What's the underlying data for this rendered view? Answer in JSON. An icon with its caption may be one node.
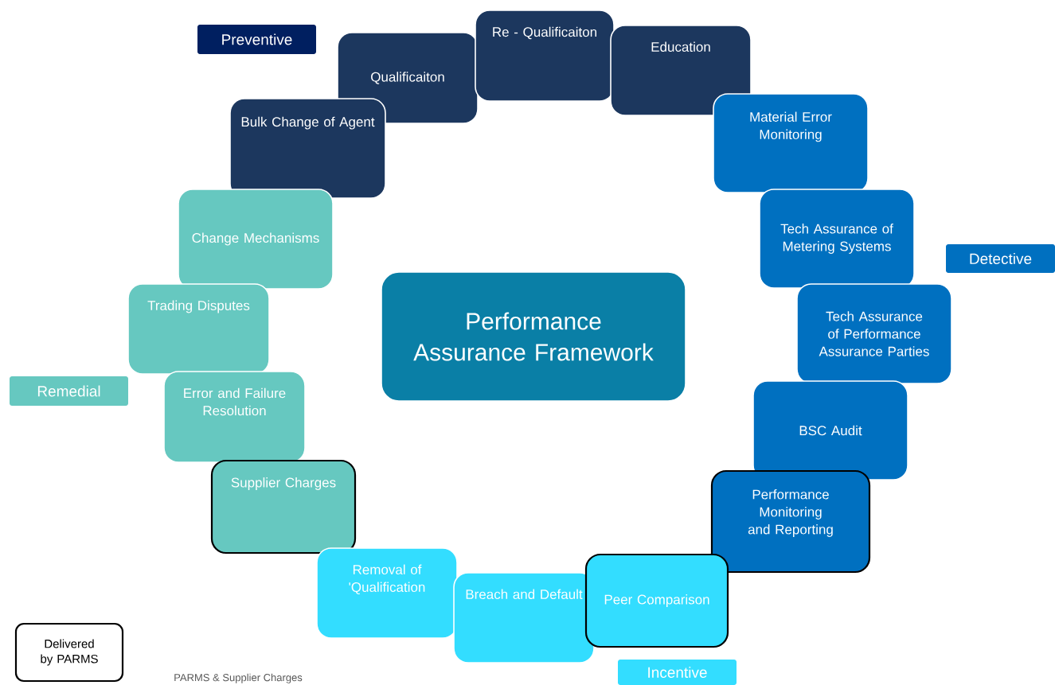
{
  "diagram": {
    "nodes": [
      {
        "text": [
          "Performance Assurance Framework"
        ]
      },
      {
        "text": [
          "Preventive"
        ]
      },
      {
        "text": [
          "Qualificaiton"
        ]
      },
      {
        "text": [
          "Re - Qualificaiton"
        ]
      },
      {
        "text": [
          "Education"
        ]
      },
      {
        "text": [
          "Bulk Change of Agent"
        ]
      },
      {
        "text": [
          "Change Mechanisms"
        ]
      },
      {
        "text": [
          "Material Error Monitoring"
        ]
      },
      {
        "text": [
          "Tech Assurance of Metering Systems"
        ]
      },
      {
        "text": [
          "Detective"
        ]
      },
      {
        "text": [
          "Trading Disputes"
        ]
      },
      {
        "text": [
          "Tech Assurance of Performance Assurance Parties"
        ]
      },
      {
        "text": [
          "Remedial"
        ]
      },
      {
        "text": [
          "Error and Failure Resolution"
        ]
      },
      {
        "text": [
          "BSC Audit"
        ]
      },
      {
        "text": [
          "Supplier Charges"
        ]
      },
      {
        "text": [
          "Performance Monitoring and Reporting"
        ]
      },
      {
        "text": [
          "Removal of 'Qualification"
        ]
      },
      {
        "text": [
          "Breach and Default"
        ]
      },
      {
        "text": [
          "Peer Comparison"
        ]
      },
      {
        "text": [
          "Delivered by PARMS"
        ]
      },
      {
        "text": [
          "Incentive"
        ]
      }
    ],
    "labels": [
      "PARMS & Supplier Charges"
    ]
  }
}
